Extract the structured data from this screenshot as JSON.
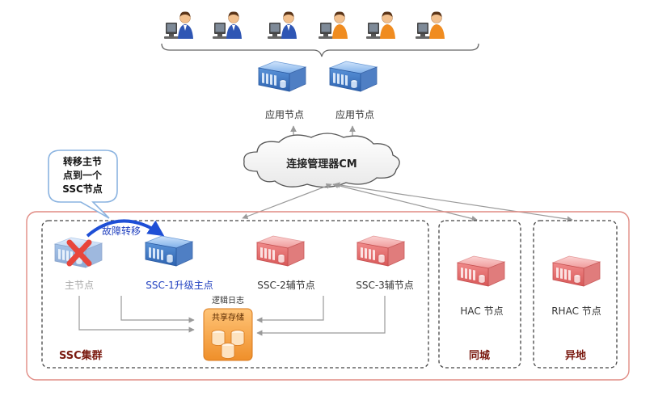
{
  "users": [
    {
      "icon": "user-computer-icon",
      "shirt_color": "#2f56b4"
    },
    {
      "icon": "user-computer-icon",
      "shirt_color": "#2f56b4"
    },
    {
      "icon": "user-computer-icon",
      "shirt_color": "#2f56b4"
    },
    {
      "icon": "user-computer-icon",
      "shirt_color": "#f08c20"
    },
    {
      "icon": "user-computer-icon",
      "shirt_color": "#f08c20"
    },
    {
      "icon": "user-computer-icon",
      "shirt_color": "#f08c20"
    }
  ],
  "app_nodes": [
    {
      "label": "应用节点",
      "icon": "server-icon"
    },
    {
      "label": "应用节点",
      "icon": "server-icon"
    }
  ],
  "cm": {
    "label": "连接管理器CM",
    "icon": "cloud-icon"
  },
  "callout": {
    "line1": "转移主节",
    "line2": "点到一个",
    "line3": "SSC节点"
  },
  "failover": {
    "label": "故障转移"
  },
  "ssc_cluster": {
    "label": "SSC集群",
    "nodes": [
      {
        "label": "主节点",
        "state": "failed"
      },
      {
        "label": "SSC-1升级主点",
        "state": "promoted"
      },
      {
        "label": "SSC-2辅节点",
        "state": "secondary"
      },
      {
        "label": "SSC-3辅节点",
        "state": "secondary"
      }
    ]
  },
  "storage": {
    "top_label": "逻辑日志",
    "label": "共享存储",
    "icon": "database-icon"
  },
  "hac": {
    "label": "同城",
    "node_label": "HAC 节点"
  },
  "rhac": {
    "label": "异地",
    "node_label": "RHAC 节点"
  },
  "colors": {
    "cluster_border": "#e08b84",
    "cluster_label": "#7a1a10",
    "blue_server": "#3a78c8",
    "red_server": "#e06a6a",
    "failed_x": "#e8463c",
    "storage": "#f5a54a",
    "failover_arrow": "#1e4fd6",
    "connector": "#9a9a9a"
  }
}
